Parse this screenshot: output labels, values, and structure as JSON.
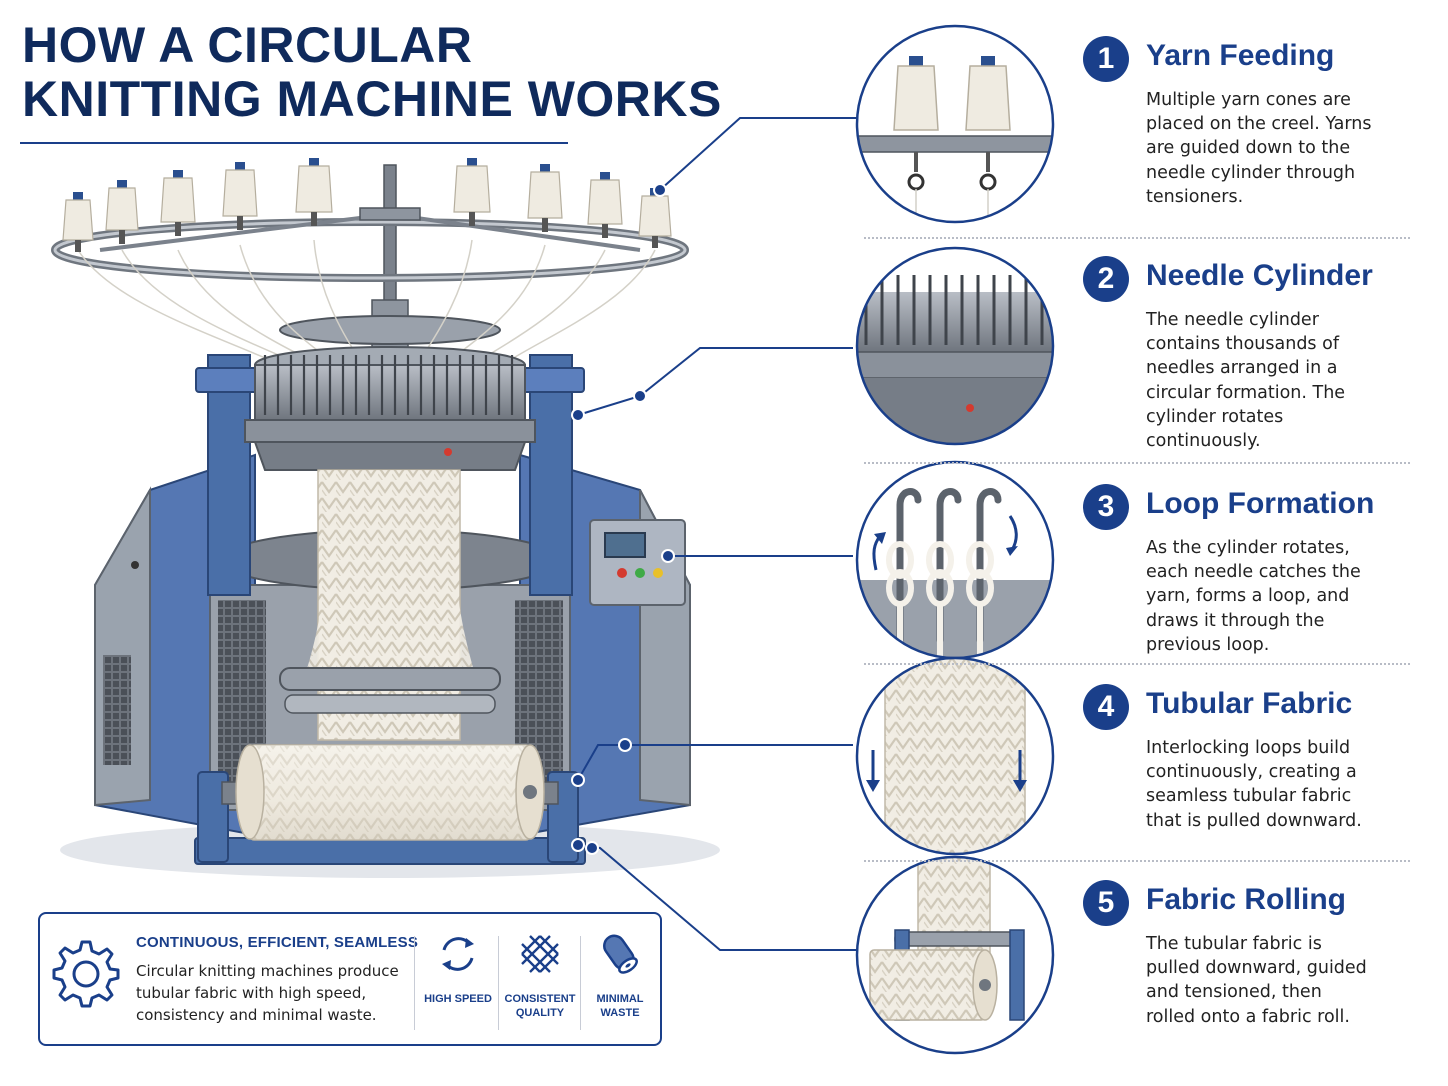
{
  "title": {
    "line1": "HOW A CIRCULAR",
    "line2": "KNITTING MACHINE WORKS"
  },
  "colors": {
    "brand": "#1a3f8a",
    "title": "#0f2a5c",
    "machine_blue": "#3a5f9c",
    "steel": "#8e959f",
    "yarn": "#eee9de"
  },
  "steps": [
    {
      "number": "1",
      "title": "Yarn Feeding",
      "description": "Multiple yarn cones are placed on the creel. Yarns are guided down to the needle cylinder through tensioners.",
      "icon": "yarn-cones-illustration"
    },
    {
      "number": "2",
      "title": "Needle Cylinder",
      "description": "The needle cylinder contains thousands of needles arranged in a circular formation. The cylinder rotates continuously.",
      "icon": "needle-cylinder-illustration"
    },
    {
      "number": "3",
      "title": "Loop Formation",
      "description": "As the cylinder rotates, each needle catches the yarn, forms a loop, and draws it through the previous loop.",
      "icon": "loop-formation-illustration"
    },
    {
      "number": "4",
      "title": "Tubular Fabric",
      "description": "Interlocking loops build continuously, creating a seamless tubular fabric that is pulled downward.",
      "icon": "tubular-fabric-illustration"
    },
    {
      "number": "5",
      "title": "Fabric Rolling",
      "description": "The tubular fabric is pulled downward, guided and tensioned, then rolled onto a fabric roll.",
      "icon": "fabric-roll-illustration"
    }
  ],
  "summary": {
    "heading": "CONTINUOUS, EFFICIENT, SEAMLESS",
    "text": "Circular knitting machines produce tubular fabric with high speed, consistency and minimal waste.",
    "icon": "gear-icon",
    "features": [
      {
        "label_line1": "HIGH SPEED",
        "label_line2": "",
        "icon": "rotation-arrows-icon"
      },
      {
        "label_line1": "CONSISTENT",
        "label_line2": "QUALITY",
        "icon": "knit-mesh-icon"
      },
      {
        "label_line1": "MINIMAL",
        "label_line2": "WASTE",
        "icon": "fabric-roll-icon"
      }
    ]
  }
}
